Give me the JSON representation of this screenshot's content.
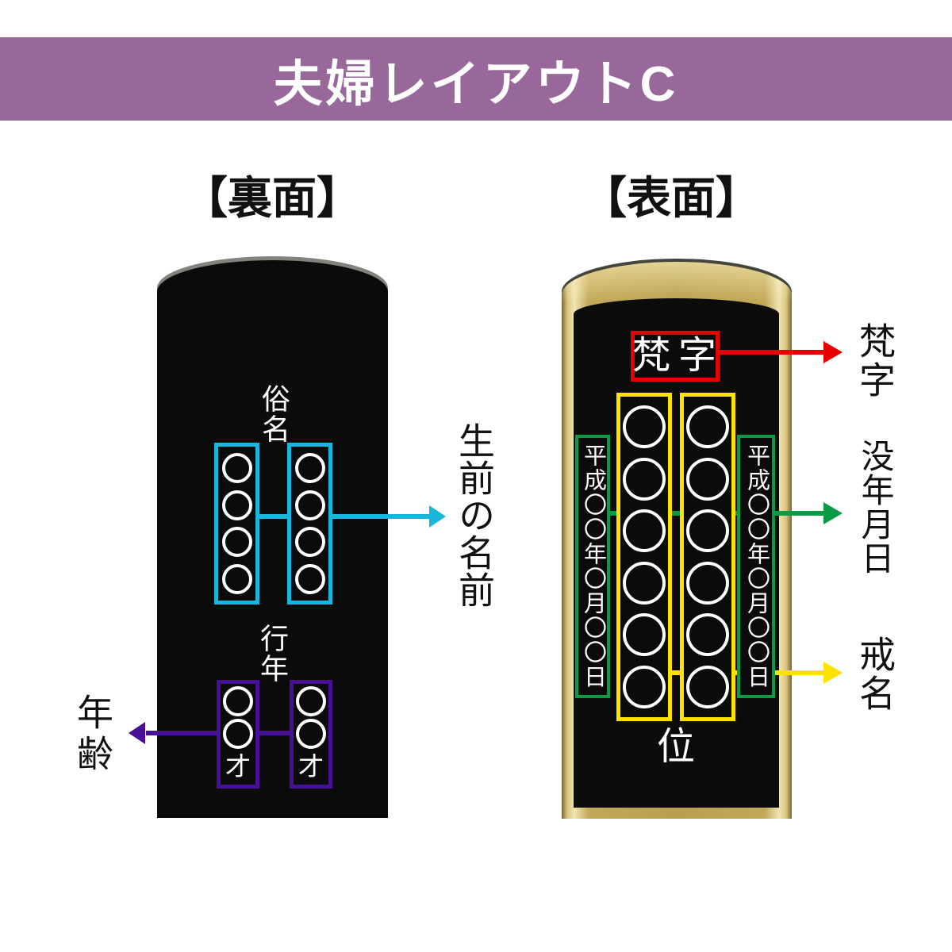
{
  "banner": {
    "title": "夫婦レイアウトC"
  },
  "back_side": {
    "heading": "【裏面】",
    "zokumyo_label": "俗名",
    "gyonen_label": "行年",
    "sai_label": "才",
    "name_circles_per_column": 4,
    "age_circles_per_column": 2,
    "arrow_label_name": "生前の名前",
    "arrow_label_age": "年齢"
  },
  "front_side": {
    "heading": "【表面】",
    "bonji_text": "梵字",
    "date_text": "平成〇〇年〇月〇〇日",
    "kaimyo_circles_per_column": 6,
    "kurai_label": "位",
    "arrow_label_bonji": "梵字",
    "arrow_label_botsunen": "没年月日",
    "arrow_label_kaimyo": "戒名"
  },
  "colors": {
    "banner": "#98689a",
    "cyan": "#1ab5dd",
    "purple": "#471095",
    "red": "#e60000",
    "yellow": "#ffe100",
    "green": "#0a9b45"
  }
}
